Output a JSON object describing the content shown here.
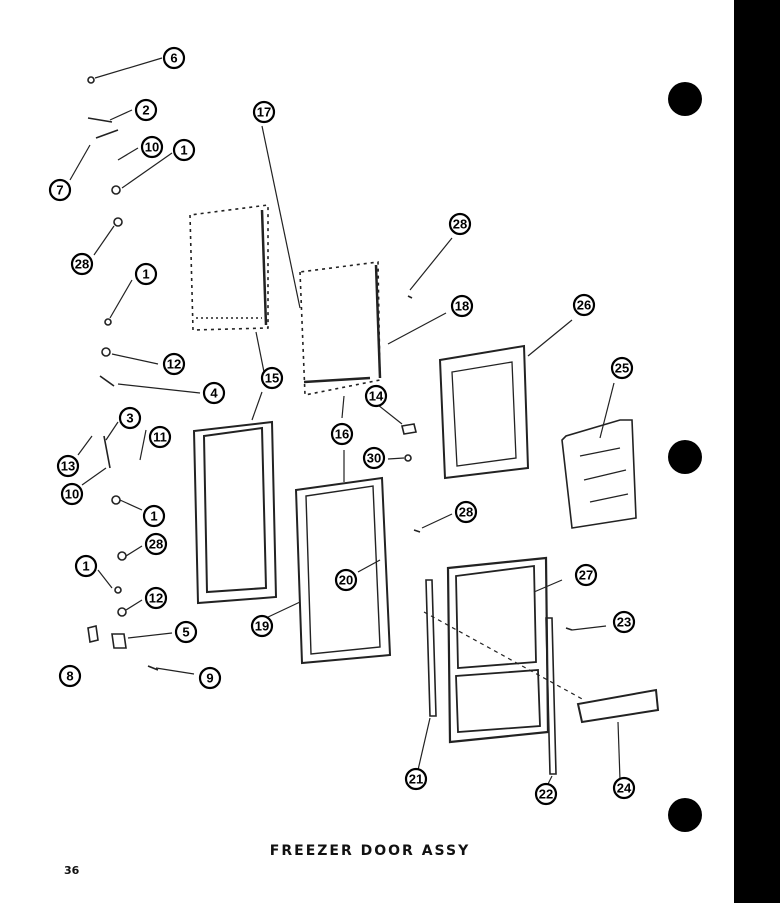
{
  "title": "FREEZER DOOR ASSY",
  "page_number": "36",
  "callouts": [
    "6",
    "2",
    "7",
    "10",
    "1",
    "28",
    "1",
    "12",
    "4",
    "3",
    "11",
    "13",
    "10",
    "1",
    "1",
    "28",
    "12",
    "5",
    "8",
    "9",
    "17",
    "15",
    "16",
    "19",
    "20",
    "18",
    "28",
    "14",
    "30",
    "28",
    "26",
    "25",
    "27",
    "23",
    "21",
    "22",
    "24"
  ]
}
